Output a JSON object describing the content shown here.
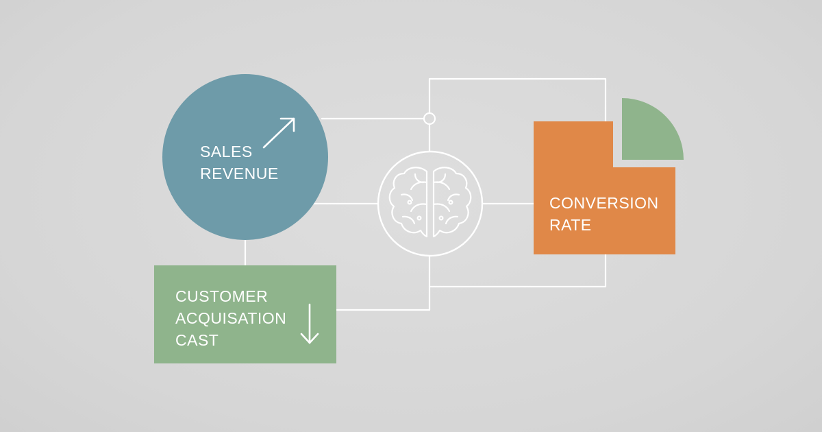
{
  "colors": {
    "background": "#d9d9d9",
    "sales_revenue": "#6e9ba9",
    "customer_acquisition_cost": "#8fb48c",
    "conversion_rate": "#e08848",
    "accent_quarter_circle": "#8fb48c",
    "connector": "#ffffff"
  },
  "nodes": {
    "sales_revenue": {
      "label_lines": [
        "SALES",
        "REVENUE"
      ],
      "icon": "trend-up-arrow-icon"
    },
    "customer_acquisition_cost": {
      "label_lines": [
        "CUSTOMER",
        "ACQUISATION",
        "CAST"
      ],
      "icon": "trend-down-arrow-icon"
    },
    "conversion_rate": {
      "label_lines": [
        "CONVERSION",
        "RATE"
      ],
      "icon": "quarter-circle-shape"
    },
    "hub": {
      "icon": "brain-icon"
    }
  }
}
